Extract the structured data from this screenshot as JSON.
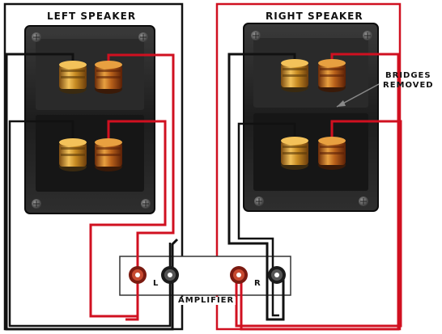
{
  "labels": {
    "left_speaker": "LEFT SPEAKER",
    "right_speaker": "RIGHT SPEAKER",
    "bridges_line1": "BRIDGES",
    "bridges_line2": "REMOVED",
    "amplifier": "AMPLIFIER",
    "left_channel": "L",
    "right_channel": "R"
  },
  "colors": {
    "positive_wire": "#d01020",
    "negative_wire": "#111111",
    "terminal_plate": "#1e1e1e",
    "binding_post": "#c8912a"
  }
}
